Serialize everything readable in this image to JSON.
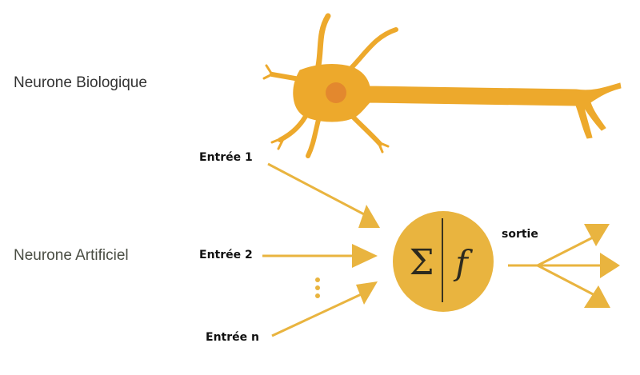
{
  "labels": {
    "biological": "Neurone Biologique",
    "artificial": "Neurone Artificiel"
  },
  "inputs": [
    "Entrée 1",
    "Entrée 2",
    "Entrée n"
  ],
  "output": "sortie",
  "neuron_symbols": {
    "sum": "Σ",
    "activation": "f"
  },
  "colors": {
    "neuron": "#EDA92C",
    "nucleus": "#E3882E",
    "artificial": "#E9B43F",
    "text": "#333333"
  }
}
